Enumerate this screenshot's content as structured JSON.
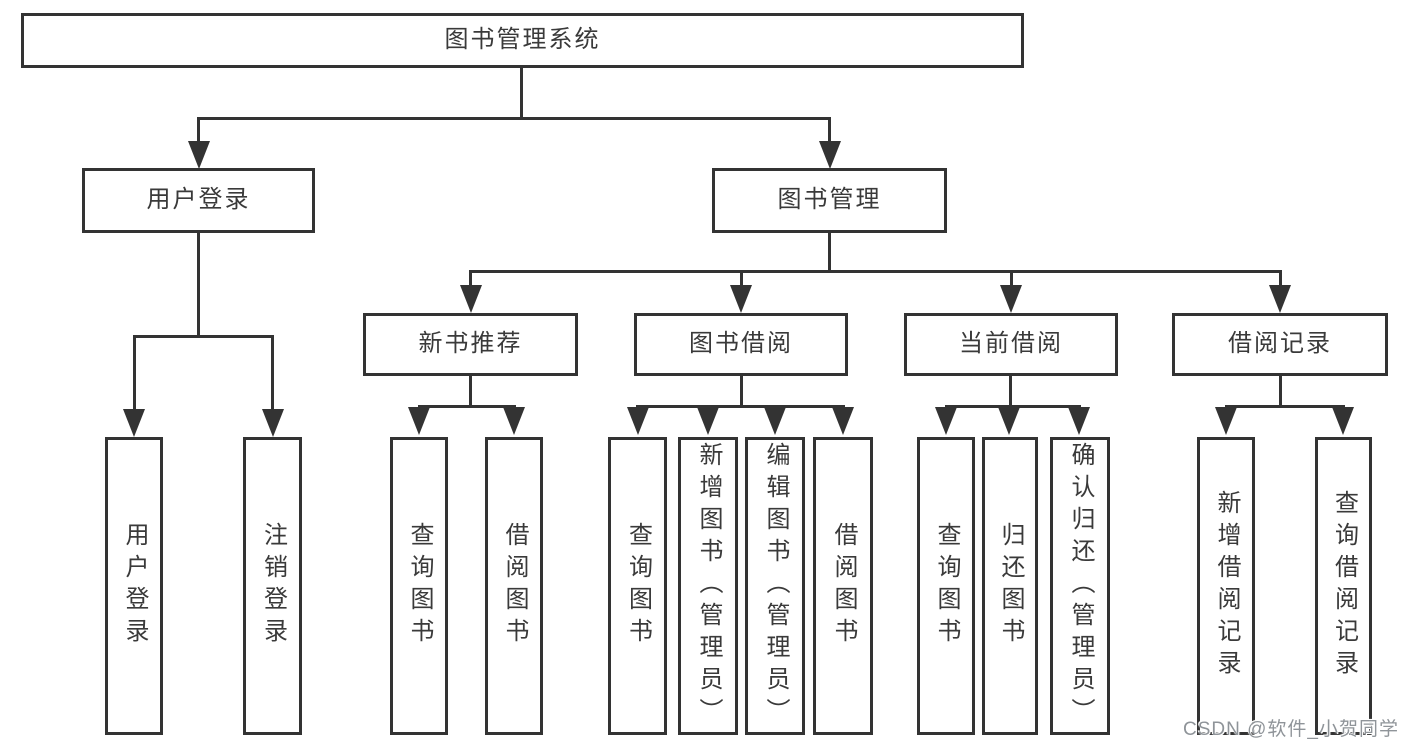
{
  "diagram": {
    "title": "图书管理系统",
    "root": {
      "label": "图书管理系统"
    },
    "level1": [
      {
        "id": "user-login",
        "label": "用户登录"
      },
      {
        "id": "book-management",
        "label": "图书管理"
      }
    ],
    "level2": [
      {
        "id": "new-book-recommend",
        "label": "新书推荐",
        "parent": "图书管理"
      },
      {
        "id": "book-borrow",
        "label": "图书借阅",
        "parent": "图书管理"
      },
      {
        "id": "current-borrow",
        "label": "当前借阅",
        "parent": "图书管理"
      },
      {
        "id": "borrow-record",
        "label": "借阅记录",
        "parent": "图书管理"
      }
    ],
    "leaves": [
      {
        "label": "用户登录",
        "parent": "用户登录"
      },
      {
        "label": "注销登录",
        "parent": "用户登录"
      },
      {
        "label": "查询图书",
        "parent": "新书推荐"
      },
      {
        "label": "借阅图书",
        "parent": "新书推荐"
      },
      {
        "label": "查询图书",
        "parent": "图书借阅"
      },
      {
        "label": "新增图书（管理员）",
        "parent": "图书借阅"
      },
      {
        "label": "编辑图书（管理员）",
        "parent": "图书借阅"
      },
      {
        "label": "借阅图书",
        "parent": "图书借阅"
      },
      {
        "label": "查询图书",
        "parent": "当前借阅"
      },
      {
        "label": "归还图书",
        "parent": "当前借阅"
      },
      {
        "label": "确认归还（管理员）",
        "parent": "当前借阅"
      },
      {
        "label": "新增借阅记录",
        "parent": "借阅记录"
      },
      {
        "label": "查询借阅记录",
        "parent": "借阅记录"
      }
    ]
  },
  "watermark": {
    "text": "CSDN @软件_小贺同学"
  },
  "colors": {
    "line": "#333333",
    "text": "#3a3a3a",
    "background": "#ffffff",
    "watermark": "#8f9499"
  }
}
